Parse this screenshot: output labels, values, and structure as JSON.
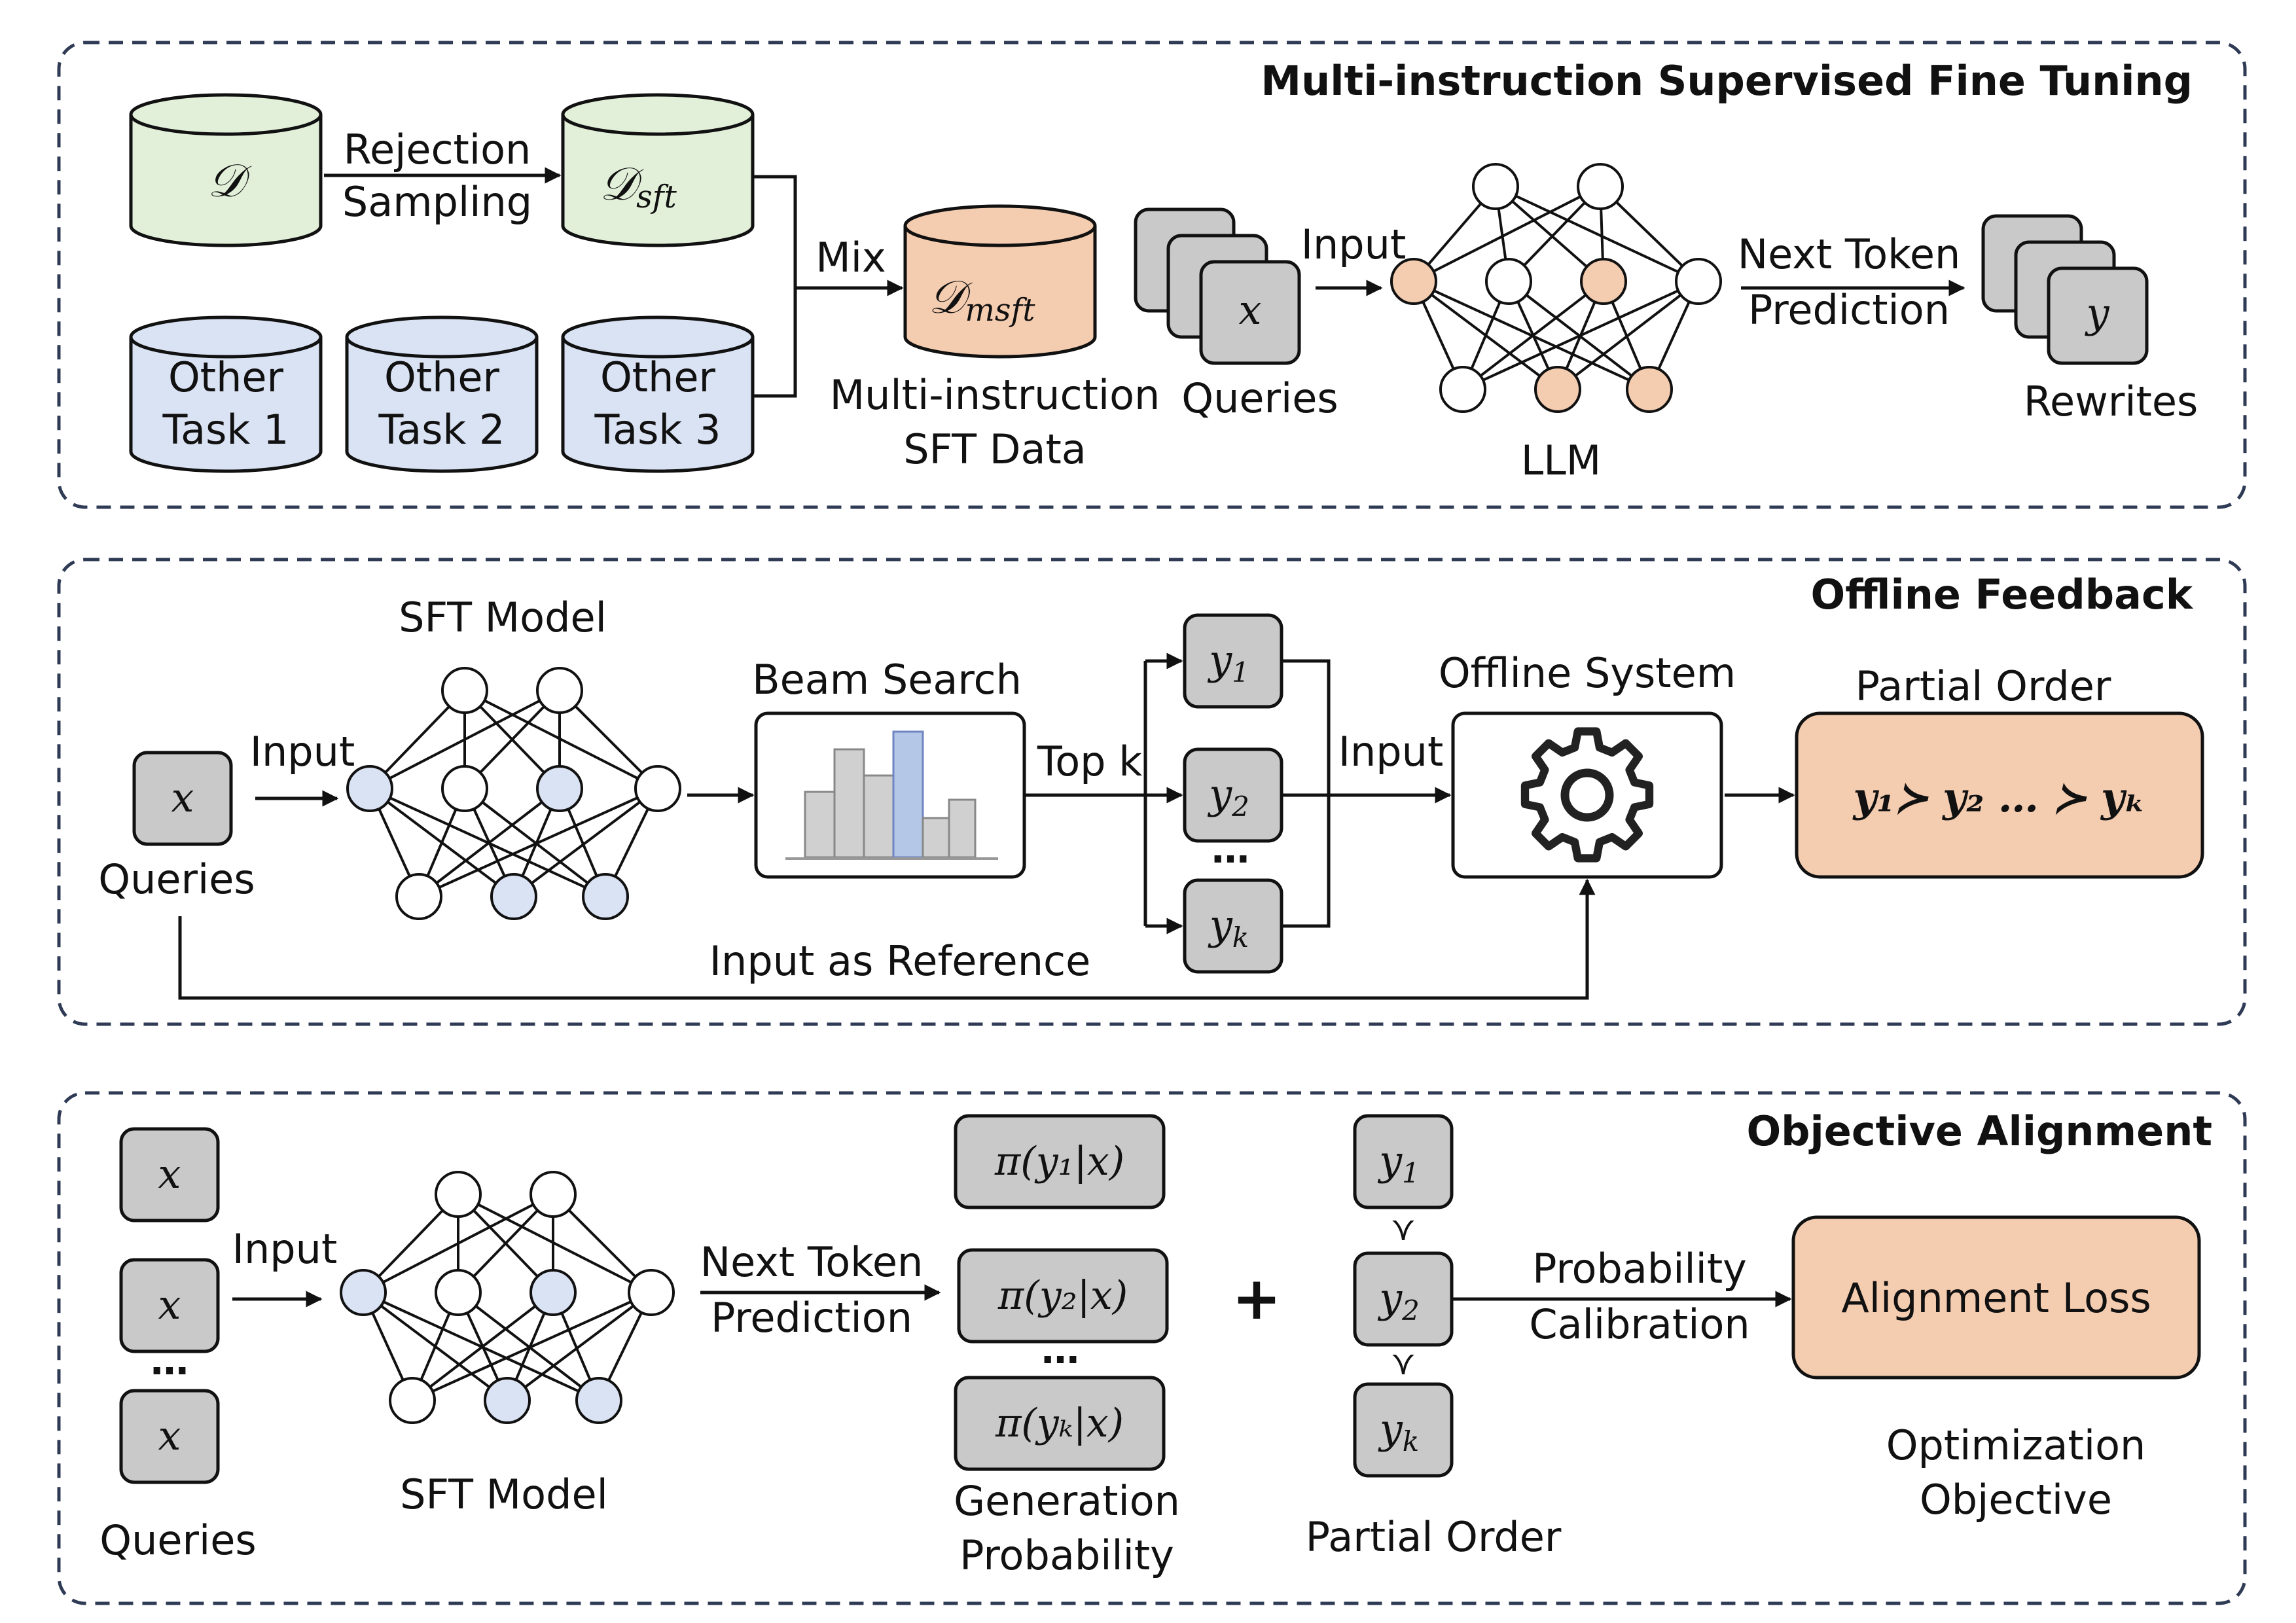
{
  "panels": {
    "msft": {
      "title": "Multi-instruction Supervised Fine Tuning",
      "db_d": "𝒟",
      "db_dsft": "𝒟",
      "db_dsft_sub": "sft",
      "rejection_1": "Rejection",
      "rejection_2": "Sampling",
      "other1_a": "Other",
      "other1_b": "Task 1",
      "other2_a": "Other",
      "other2_b": "Task 2",
      "other3_a": "Other",
      "other3_b": "Task 3",
      "mix": "Mix",
      "db_dmsft": "𝒟",
      "db_dmsft_sub": "msft",
      "msft_data_1": "Multi-instruction",
      "msft_data_2": "SFT Data",
      "query_symbol": "x",
      "queries": "Queries",
      "input": "Input",
      "llm": "LLM",
      "ntp_1": "Next Token",
      "ntp_2": "Prediction",
      "rewrite_symbol": "y",
      "rewrites": "Rewrites"
    },
    "offline": {
      "title": "Offline Feedback",
      "query_symbol": "x",
      "queries": "Queries",
      "input": "Input",
      "sft_model": "SFT Model",
      "beam_search": "Beam Search",
      "top_k": "Top k",
      "y1": "y",
      "y1_sub": "1",
      "y2": "y",
      "y2_sub": "2",
      "yk": "y",
      "yk_sub": "k",
      "ellipsis": "…",
      "input2": "Input",
      "offline_system": "Offline System",
      "partial_order": "Partial Order",
      "partial_order_expr": "y₁≻ y₂ … ≻ yₖ",
      "input_as_reference": "Input as Reference"
    },
    "alignment": {
      "title": "Objective Alignment",
      "query_symbol": "x",
      "queries": "Queries",
      "ellipsis": "…",
      "input": "Input",
      "sft_model": "SFT Model",
      "ntp_1": "Next Token",
      "ntp_2": "Prediction",
      "prob1": "π(y₁|x)",
      "prob2": "π(y₂|x)",
      "probk": "π(yₖ|x)",
      "gen_prob_1": "Generation",
      "gen_prob_2": "Probability",
      "plus": "+",
      "y1": "y",
      "y1_sub": "1",
      "y2": "y",
      "y2_sub": "2",
      "yk": "y",
      "yk_sub": "k",
      "succ": "≻",
      "partial_order": "Partial Order",
      "calib_1": "Probability",
      "calib_2": "Calibration",
      "alignment_loss": "Alignment Loss",
      "objective_1": "Optimization",
      "objective_2": "Objective"
    }
  },
  "colors": {
    "green_db": "#e2f0d9",
    "blue_db": "#dae3f3",
    "orange": "#f4ccb0",
    "gray_box": "#c9c9c9",
    "node_blue": "#dae3f3",
    "node_orange": "#f4ccb0",
    "highlight_bar": "#b4c7e7",
    "bar_gray": "#d0d0d0",
    "panel_border": "#2f3b55"
  },
  "icons": {
    "offline_system": "gear-icon",
    "beam_search": "bar-histogram-icon"
  }
}
